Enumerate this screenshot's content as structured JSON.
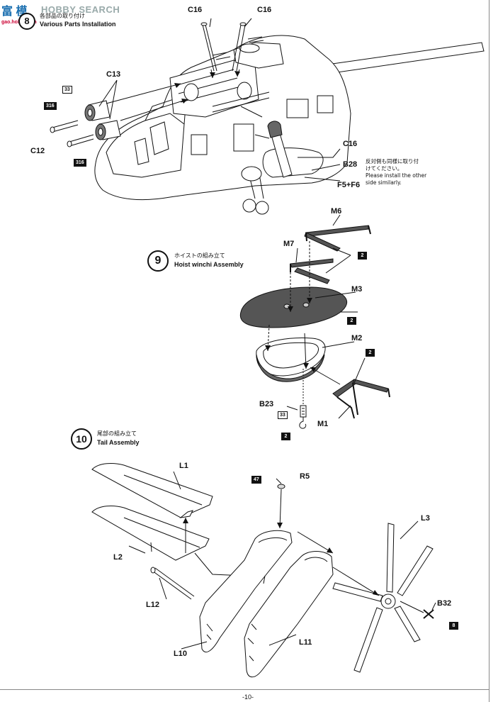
{
  "watermark": {
    "brand_cn": "富 模",
    "brand_en": "HOBBY SEARCH",
    "site": "gao.hobbi.com"
  },
  "step8": {
    "number": "8",
    "title_jp": "各部品の取り付け",
    "title_en": "Various Parts Installation"
  },
  "step9": {
    "number": "9",
    "title_jp": "ホイストの組み立て",
    "title_en": "Hoist winchi Assembly"
  },
  "step10": {
    "number": "10",
    "title_jp": "尾部の組み立て",
    "title_en": "Tail Assembly"
  },
  "labels": {
    "c16_a": "C16",
    "c16_b": "C16",
    "c16_c": "C16",
    "c13": "C13",
    "c12": "C12",
    "b28": "B28",
    "f5f6": "F5+F6",
    "m6": "M6",
    "m7": "M7",
    "m3": "M3",
    "m2": "M2",
    "m1": "M1",
    "b23": "B23",
    "l1": "L1",
    "l2": "L2",
    "l3": "L3",
    "l10": "L10",
    "l11": "L11",
    "l12": "L12",
    "r5": "R5",
    "b32": "B32"
  },
  "badges": {
    "b33_top": "33",
    "b316_a": "316",
    "b316_b": "316",
    "b2_m7": "2",
    "b2_m3": "2",
    "b2_m1": "2",
    "b33_b23": "33",
    "b2_b23": "2",
    "b47": "47",
    "b8": "8"
  },
  "note": {
    "jp_line1": "反対側も同様に取り付",
    "jp_line2": "けてください。",
    "en_line1": "Please install the other",
    "en_line2": "side similarly."
  },
  "page_number": "-10-",
  "colors": {
    "ink": "#111111",
    "part_gray": "#555555",
    "part_light": "#d8d8d8"
  }
}
